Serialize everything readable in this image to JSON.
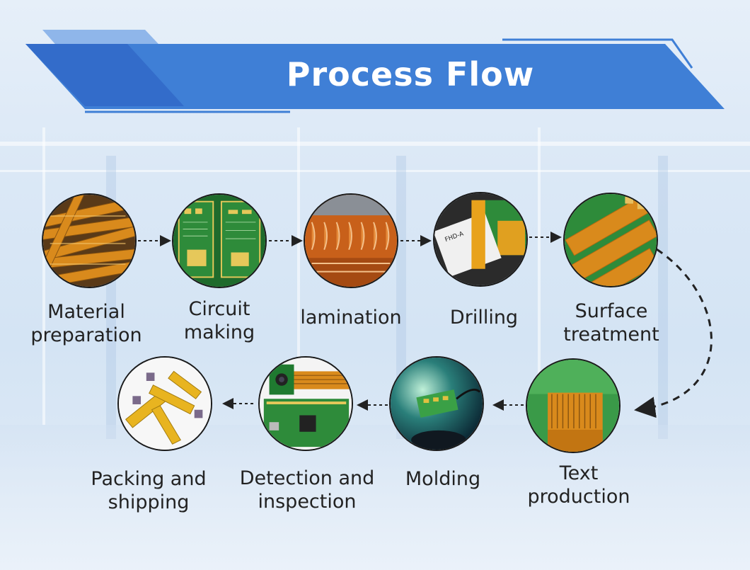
{
  "title": "Process Flow",
  "steps": [
    {
      "name": "material-preparation",
      "line1": "Material",
      "line2": "preparation"
    },
    {
      "name": "circuit-making",
      "line1": "Circuit",
      "line2": "making"
    },
    {
      "name": "lamination",
      "line1": "lamination",
      "line2": ""
    },
    {
      "name": "drilling",
      "line1": "Drilling",
      "line2": ""
    },
    {
      "name": "surface-treatment",
      "line1": "Surface",
      "line2": "treatment"
    },
    {
      "name": "text-production",
      "line1": "Text",
      "line2": "production"
    },
    {
      "name": "molding",
      "line1": "Molding",
      "line2": ""
    },
    {
      "name": "detection-and-inspection",
      "line1": "Detection and",
      "line2": "inspection"
    },
    {
      "name": "packing-and-shipping",
      "line1": "Packing and",
      "line2": "shipping"
    }
  ],
  "colors": {
    "banner_main": "#3f7fd6",
    "banner_dark": "#2f64c4",
    "banner_light": "#8fb6ea",
    "arrow": "#222222",
    "flex_pcb_orange": "#d98a1c",
    "pcb_green": "#2e8b3a"
  }
}
